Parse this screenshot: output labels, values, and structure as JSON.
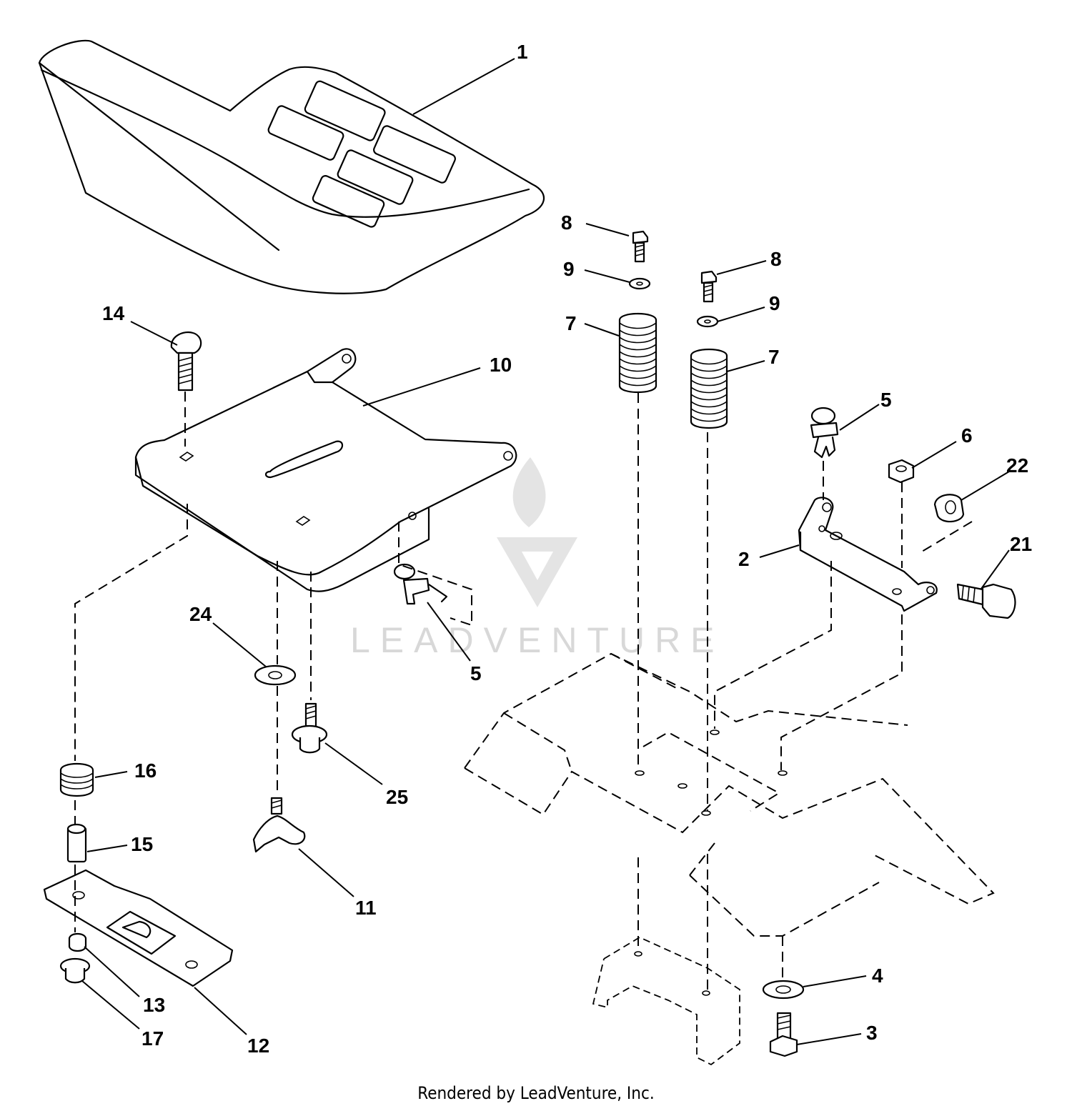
{
  "footer": "Rendered by LeadVenture, Inc.",
  "watermark": "LEADVENTURE",
  "labels": {
    "l1": "1",
    "l2": "2",
    "l3": "3",
    "l4": "4",
    "l5a": "5",
    "l5b": "5",
    "l6": "6",
    "l7a": "7",
    "l7b": "7",
    "l8a": "8",
    "l8b": "8",
    "l9a": "9",
    "l9b": "9",
    "l10": "10",
    "l11": "11",
    "l12": "12",
    "l13": "13",
    "l14": "14",
    "l15": "15",
    "l16": "16",
    "l17": "17",
    "l21": "21",
    "l22": "22",
    "l24": "24",
    "l25": "25"
  }
}
